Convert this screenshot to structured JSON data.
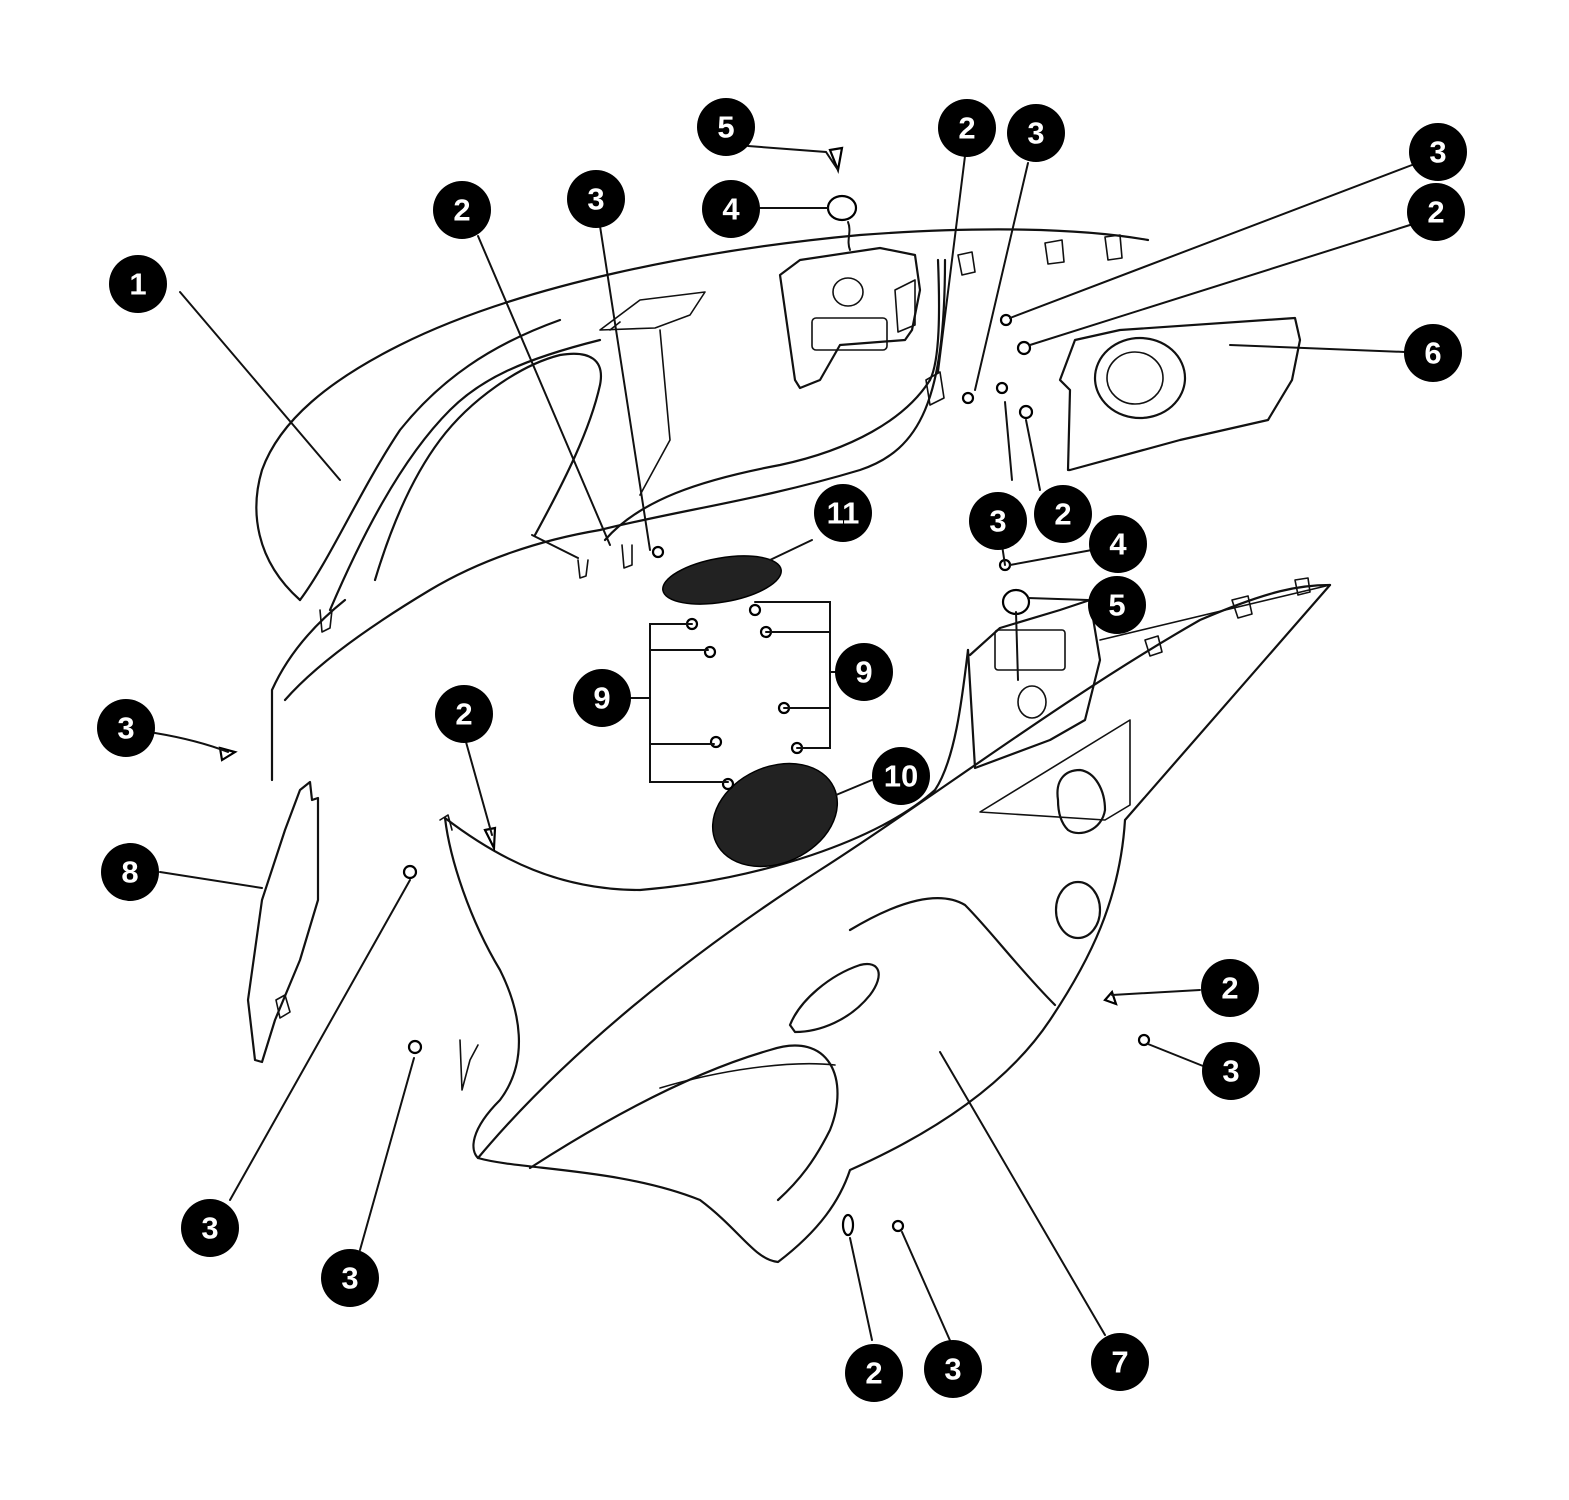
{
  "colors": {
    "background": "#ffffff",
    "ink": "#111111",
    "badge": "#000000",
    "badge_text": "#ffffff"
  },
  "callouts": [
    {
      "label": "1"
    },
    {
      "label": "2"
    },
    {
      "label": "3"
    },
    {
      "label": "5"
    },
    {
      "label": "4"
    },
    {
      "label": "2"
    },
    {
      "label": "3"
    },
    {
      "label": "3"
    },
    {
      "label": "2"
    },
    {
      "label": "6"
    },
    {
      "label": "11"
    },
    {
      "label": "3"
    },
    {
      "label": "2"
    },
    {
      "label": "4"
    },
    {
      "label": "5"
    },
    {
      "label": "9"
    },
    {
      "label": "9"
    },
    {
      "label": "3"
    },
    {
      "label": "2"
    },
    {
      "label": "10"
    },
    {
      "label": "8"
    },
    {
      "label": "2"
    },
    {
      "label": "3"
    },
    {
      "label": "3"
    },
    {
      "label": "3"
    },
    {
      "label": "2"
    },
    {
      "label": "3"
    },
    {
      "label": "7"
    }
  ]
}
